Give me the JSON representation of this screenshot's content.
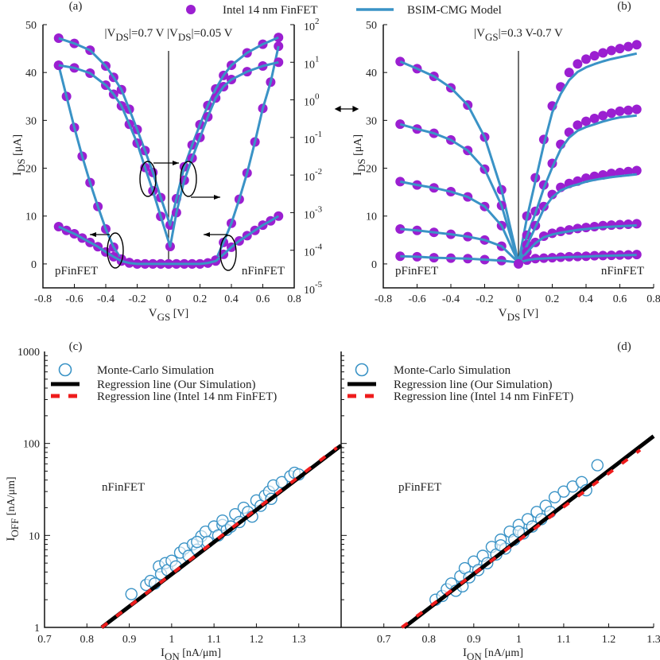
{
  "colors": {
    "measured": "#9b1fd1",
    "model": "#3a93c6",
    "mc": "#3a93c6",
    "reg_ours": "#000000",
    "reg_intel": "#ee1c1c"
  },
  "top_legend": {
    "measured": "Intel 14 nm FinFET",
    "model": "BSIM-CMG Model"
  },
  "chart_data": [
    {
      "id": "a",
      "panel_label": "(a)",
      "type": "line",
      "annotation": "|V<sub>DS</sub>|=0.7 V  |V<sub>DS</sub>|=0.05 V",
      "annotation_parts": [
        "|V",
        "DS",
        "|=0.7 V  |V",
        "DS",
        "|=0.05 V"
      ],
      "xlabel": {
        "main": "V",
        "sub": "GS",
        "unit": " [V]"
      },
      "ylabel": {
        "main": "I",
        "sub": "DS",
        "unit": " [μA]"
      },
      "xlim": [
        -0.8,
        0.8
      ],
      "ylim": [
        -5,
        50
      ],
      "y2lim_log10": [
        -5,
        2
      ],
      "xticks": [
        "-0.8",
        "-0.6",
        "-0.4",
        "-0.2",
        "0",
        "0.2",
        "0.4",
        "0.6",
        "0.8"
      ],
      "yticks": [
        "0",
        "10",
        "20",
        "30",
        "40",
        "50"
      ],
      "y2ticks": [
        "-5",
        "-4",
        "-3",
        "-2",
        "-1",
        "0",
        "1",
        "2"
      ],
      "device_labels": [
        "pFinFET",
        "nFinFET"
      ],
      "series": [
        {
          "axis": "left",
          "x": [
            -0.7,
            -0.65,
            -0.6,
            -0.55,
            -0.5,
            -0.45,
            -0.4,
            -0.35,
            -0.3,
            -0.25,
            -0.2,
            -0.15,
            -0.1,
            -0.05,
            0,
            0.05,
            0.1,
            0.15,
            0.2,
            0.25,
            0.3,
            0.35,
            0.4,
            0.45,
            0.5,
            0.55,
            0.6,
            0.65,
            0.7
          ],
          "y": [
            41.5,
            35,
            28.5,
            22.5,
            17,
            12,
            7.3,
            3.5,
            1,
            0.3,
            0,
            0,
            0,
            0,
            0,
            0,
            0,
            0,
            0,
            0.2,
            0.8,
            4.5,
            8.5,
            13.5,
            19,
            25.5,
            32.5,
            38,
            45.5
          ]
        },
        {
          "axis": "left",
          "x": [
            -0.7,
            -0.65,
            -0.6,
            -0.55,
            -0.5,
            -0.45,
            -0.4,
            -0.35,
            -0.3,
            -0.25,
            -0.2,
            -0.15,
            -0.1,
            -0.05,
            0,
            0.05,
            0.1,
            0.15,
            0.2,
            0.25,
            0.3,
            0.35,
            0.4,
            0.45,
            0.5,
            0.55,
            0.6,
            0.65,
            0.7
          ],
          "y": [
            7.8,
            7,
            6.3,
            5.4,
            4.5,
            3.6,
            2.5,
            1.5,
            0.6,
            0.2,
            0,
            0,
            0,
            0,
            0,
            0,
            0,
            0,
            0,
            0.2,
            0.6,
            2,
            3.5,
            4.8,
            5.9,
            7,
            8.1,
            9,
            10
          ]
        },
        {
          "axis": "right_log10",
          "x": [
            -0.7,
            -0.6,
            -0.5,
            -0.4,
            -0.35,
            -0.3,
            -0.25,
            -0.2,
            -0.15,
            -0.1,
            -0.05,
            0.01,
            0.05,
            0.1,
            0.15,
            0.2,
            0.25,
            0.3,
            0.35,
            0.4,
            0.5,
            0.6,
            0.7
          ],
          "y": [
            1.64,
            1.5,
            1.32,
            0.9,
            0.6,
            0.27,
            -0.25,
            -0.79,
            -1.35,
            -1.93,
            -2.6,
            -3.33,
            -2.63,
            -1.78,
            -1.2,
            -0.66,
            -0.15,
            0.29,
            0.65,
            0.92,
            1.25,
            1.48,
            1.66
          ]
        },
        {
          "axis": "right_log10",
          "x": [
            -0.7,
            -0.6,
            -0.5,
            -0.4,
            -0.35,
            -0.3,
            -0.25,
            -0.2,
            -0.15,
            -0.1,
            -0.05,
            0.01,
            0.05,
            0.1,
            0.15,
            0.2,
            0.25,
            0.3,
            0.35,
            0.4,
            0.5,
            0.6,
            0.7
          ],
          "y": [
            0.92,
            0.85,
            0.71,
            0.39,
            0.15,
            -0.16,
            -0.65,
            -1.15,
            -1.8,
            -2.42,
            -3.1,
            -3.9,
            -3.0,
            -2.14,
            -1.55,
            -1.0,
            -0.45,
            0.05,
            0.35,
            0.54,
            0.75,
            0.9,
            1.0
          ]
        }
      ]
    },
    {
      "id": "b",
      "panel_label": "(b)",
      "type": "line",
      "annotation_parts": [
        "|V",
        "GS",
        "|=0.3 V-0.7 V"
      ],
      "xlabel": {
        "main": "V",
        "sub": "DS",
        "unit": " [V]"
      },
      "ylabel": {
        "main": "I",
        "sub": "DS",
        "unit": " [μA]"
      },
      "xlim": [
        -0.8,
        0.8
      ],
      "ylim": [
        -5,
        50
      ],
      "xticks": [
        "-0.8",
        "-0.6",
        "-0.4",
        "-0.2",
        "0",
        "0.2",
        "0.4",
        "0.6",
        "0.8"
      ],
      "yticks": [
        "0",
        "10",
        "20",
        "30",
        "40",
        "50"
      ],
      "device_labels": [
        "pFinFET",
        "nFinFET"
      ],
      "p_x": [
        -0.7,
        -0.6,
        -0.5,
        -0.4,
        -0.3,
        -0.2,
        -0.1
      ],
      "p_series": [
        [
          42.3,
          40.8,
          39.2,
          36.8,
          33.2,
          26.5,
          15.5
        ],
        [
          29.2,
          28.2,
          27.3,
          25.9,
          23.7,
          19.8,
          12.2
        ],
        [
          17.2,
          16.5,
          15.9,
          15.1,
          14,
          12,
          8
        ],
        [
          7.3,
          7,
          6.6,
          6.2,
          5.7,
          5,
          3.7
        ],
        [
          1.6,
          1.5,
          1.3,
          1.2,
          1.1,
          0.9,
          0.7
        ]
      ],
      "n_x": [
        0.05,
        0.1,
        0.15,
        0.2,
        0.25,
        0.3,
        0.35,
        0.4,
        0.45,
        0.5,
        0.55,
        0.6,
        0.65,
        0.7
      ],
      "n_series": [
        [
          10,
          18,
          26,
          33,
          37,
          40,
          41.8,
          42.8,
          43.5,
          44.1,
          44.6,
          45,
          45.4,
          45.8
        ],
        [
          6,
          11,
          16.5,
          21,
          25,
          27.5,
          29,
          29.8,
          30.4,
          31,
          31.5,
          31.9,
          32.1,
          32.3
        ],
        [
          4,
          8,
          12,
          14.5,
          16,
          16.8,
          17.3,
          17.9,
          18.3,
          18.6,
          18.9,
          19.1,
          19.3,
          19.5
        ],
        [
          2.5,
          4.5,
          5.8,
          6.4,
          6.8,
          7.1,
          7.4,
          7.6,
          7.8,
          8,
          8.1,
          8.2,
          8.3,
          8.4
        ],
        [
          0.8,
          1.1,
          1.2,
          1.3,
          1.4,
          1.5,
          1.55,
          1.6,
          1.7,
          1.75,
          1.8,
          1.85,
          1.9,
          1.95
        ]
      ]
    },
    {
      "id": "c",
      "panel_label": "(c)",
      "type": "scatter",
      "yscale": "log",
      "xlabel": {
        "main": "I",
        "sub": "ON",
        "unit": " [nA/μm]"
      },
      "ylabel": {
        "main": "I",
        "sub": "OFF",
        "unit": " [nA/μm]"
      },
      "xlim": [
        0.7,
        1.4
      ],
      "ylim": [
        1,
        1000
      ],
      "xticks": [
        "0.7",
        "0.8",
        "0.9",
        "1",
        "1.1",
        "1.2",
        "1.3"
      ],
      "yticks": [
        "1",
        "10",
        "100",
        "1000"
      ],
      "device_label": "nFinFET",
      "legend": [
        "Monte-Carlo Simulation",
        "Regression line (Our Simulation)",
        "Regression line (Intel 14 nm FinFET)"
      ],
      "regression_ours": [
        [
          0.835,
          1
        ],
        [
          1.4,
          95
        ]
      ],
      "regression_intel": [
        [
          0.835,
          1
        ],
        [
          1.39,
          90
        ]
      ],
      "points": [
        [
          0.905,
          2.3
        ],
        [
          0.94,
          2.9
        ],
        [
          0.95,
          3.2
        ],
        [
          0.96,
          3.0
        ],
        [
          0.97,
          4.6
        ],
        [
          0.975,
          3.8
        ],
        [
          0.985,
          5.0
        ],
        [
          0.99,
          4.2
        ],
        [
          1.0,
          5.3
        ],
        [
          1.01,
          4.6
        ],
        [
          1.02,
          6.5
        ],
        [
          1.03,
          7.2
        ],
        [
          1.04,
          6.0
        ],
        [
          1.05,
          8.0
        ],
        [
          1.06,
          7.0
        ],
        [
          1.07,
          9.8
        ],
        [
          1.08,
          11
        ],
        [
          1.085,
          8.5
        ],
        [
          1.1,
          12.5
        ],
        [
          1.11,
          10
        ],
        [
          1.12,
          13
        ],
        [
          1.13,
          11.5
        ],
        [
          1.15,
          17
        ],
        [
          1.16,
          14
        ],
        [
          1.17,
          20
        ],
        [
          1.18,
          18
        ],
        [
          1.19,
          16
        ],
        [
          1.2,
          24
        ],
        [
          1.21,
          21
        ],
        [
          1.22,
          27
        ],
        [
          1.23,
          30
        ],
        [
          1.235,
          25
        ],
        [
          1.24,
          35
        ],
        [
          1.26,
          38
        ],
        [
          1.28,
          44
        ],
        [
          1.29,
          48
        ],
        [
          1.3,
          46
        ],
        [
          1.06,
          8.5
        ],
        [
          1.12,
          14.5
        ],
        [
          1.14,
          12.5
        ]
      ]
    },
    {
      "id": "d",
      "panel_label": "(d)",
      "type": "scatter",
      "yscale": "log",
      "xlabel": {
        "main": "I",
        "sub": "ON",
        "unit": " [nA/μm]"
      },
      "xlim": [
        0.605,
        1.3
      ],
      "ylim": [
        1,
        1000
      ],
      "xticks": [
        "0.7",
        "0.8",
        "0.9",
        "1",
        "1.1",
        "1.2",
        "1.3"
      ],
      "device_label": "pFinFET",
      "legend": [
        "Monte-Carlo Simulation",
        "Regression line (Our Simulation)",
        "Regression line (Intel 14 nm FinFET)"
      ],
      "regression_ours": [
        [
          0.745,
          1
        ],
        [
          1.3,
          120
        ]
      ],
      "regression_intel": [
        [
          0.74,
          1
        ],
        [
          1.27,
          85
        ]
      ],
      "points": [
        [
          0.815,
          2.0
        ],
        [
          0.83,
          2.2
        ],
        [
          0.84,
          2.6
        ],
        [
          0.85,
          3.0
        ],
        [
          0.86,
          2.5
        ],
        [
          0.87,
          3.6
        ],
        [
          0.875,
          2.8
        ],
        [
          0.88,
          4.4
        ],
        [
          0.89,
          3.5
        ],
        [
          0.9,
          5.2
        ],
        [
          0.91,
          4.2
        ],
        [
          0.92,
          6.0
        ],
        [
          0.93,
          5.0
        ],
        [
          0.94,
          7.5
        ],
        [
          0.95,
          6.2
        ],
        [
          0.96,
          9.0
        ],
        [
          0.97,
          7.2
        ],
        [
          0.98,
          11
        ],
        [
          0.99,
          9.0
        ],
        [
          1.0,
          13
        ],
        [
          1.01,
          10.5
        ],
        [
          1.02,
          15
        ],
        [
          1.03,
          12.5
        ],
        [
          1.04,
          18
        ],
        [
          1.05,
          15
        ],
        [
          1.06,
          21
        ],
        [
          1.07,
          18
        ],
        [
          1.08,
          26
        ],
        [
          1.1,
          30
        ],
        [
          1.12,
          34
        ],
        [
          1.14,
          38
        ],
        [
          1.15,
          31
        ],
        [
          1.175,
          58
        ],
        [
          0.96,
          7.8
        ],
        [
          1.0,
          11
        ]
      ]
    }
  ]
}
